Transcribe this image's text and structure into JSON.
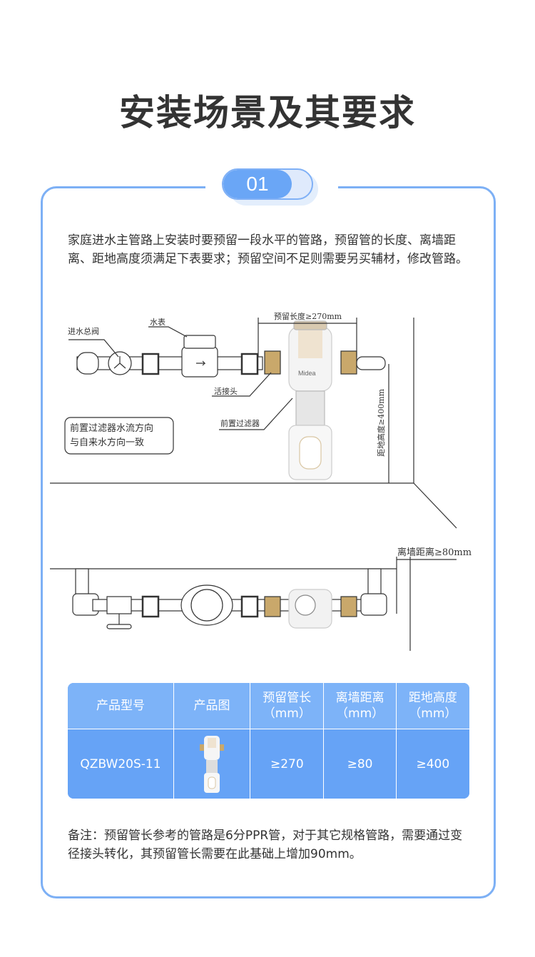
{
  "title": "安装场景及其要求",
  "badge": "01",
  "intro": "家庭进水主管路上安装时要预留一段水平的管路，预留管的长度、离墙距离、距地高度须满足下表要求；预留空间不足则需要另买辅材，修改管路。",
  "diagram_front": {
    "label_main_valve": "进水总阀",
    "label_water_meter": "水表",
    "label_union": "活接头",
    "label_prefilter": "前置过滤器",
    "label_length": "预留长度≥270mm",
    "label_height": "距地高度≥400mm",
    "note_line1": "前置过滤器水流方向",
    "note_line2": "与自来水方向一致",
    "brand": "Midea"
  },
  "diagram_top": {
    "label_wall_distance": "离墙距离≥80mm"
  },
  "table": {
    "headers": [
      {
        "line1": "产品型号",
        "line2": ""
      },
      {
        "line1": "产品图",
        "line2": ""
      },
      {
        "line1": "预留管长",
        "line2": "（mm）"
      },
      {
        "line1": "离墙距离",
        "line2": "（mm）"
      },
      {
        "line1": "距地高度",
        "line2": "（mm）"
      }
    ],
    "rows": [
      {
        "model": "QZBW20S-11",
        "length": "≥270",
        "wall": "≥80",
        "height": "≥400"
      }
    ]
  },
  "note": "备注：预留管长参考的管路是6分PPR管，对于其它规格管路，需要通过变径接头转化，其预留管长需要在此基础上增加90mm。",
  "colors": {
    "accent": "#6aa6f6",
    "border": "#7db0f5",
    "table_header": "#7db3f8",
    "table_body": "#66a3f6"
  }
}
